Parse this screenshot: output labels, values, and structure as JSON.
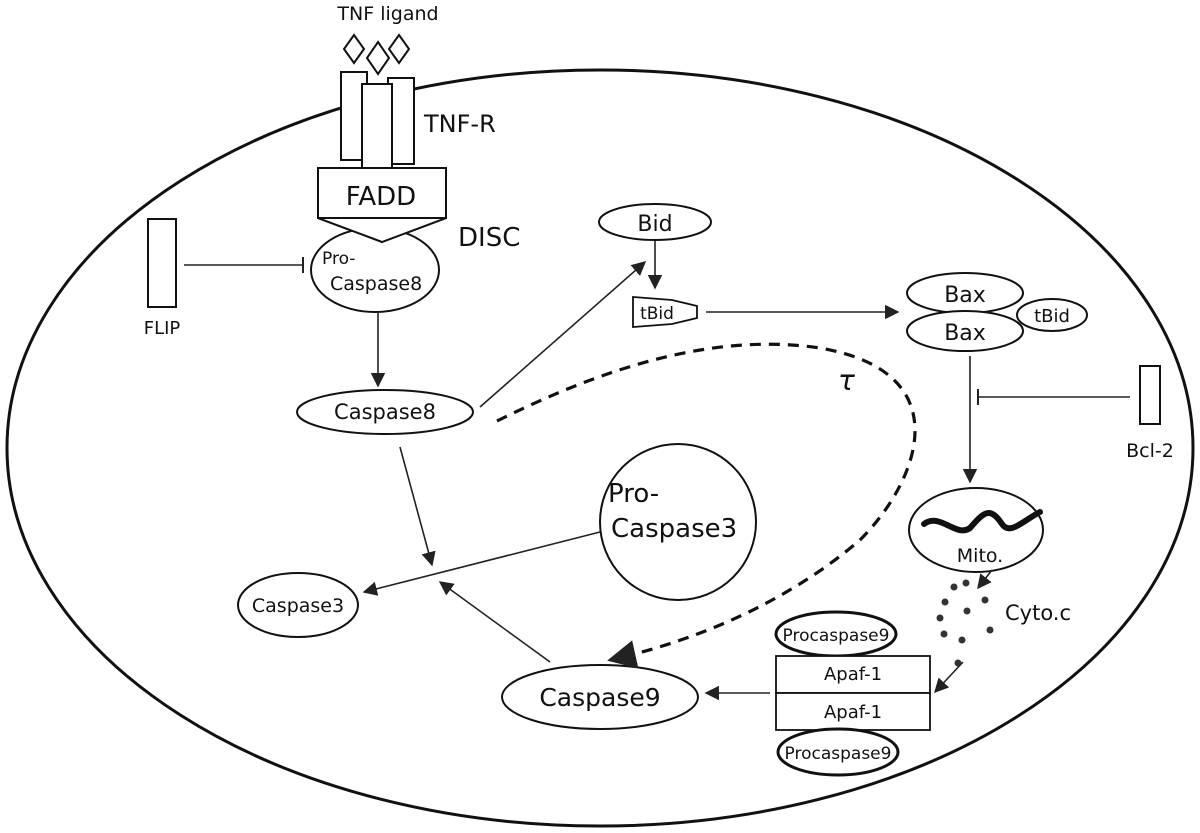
{
  "labels": {
    "tnf_ligand": "TNF ligand",
    "tnf_r": "TNF-R",
    "fadd": "FADD",
    "disc": "DISC",
    "pro_caspase8_line1": "Pro-",
    "pro_caspase8_line2": "Caspase8",
    "flip": "FLIP",
    "bid": "Bid",
    "tbid": "tBid",
    "bax_top": "Bax",
    "bax_bottom": "Bax",
    "tbid_bax": "tBid",
    "bcl2": "Bcl-2",
    "caspase8": "Caspase8",
    "tau": "τ",
    "pro_caspase3_line1": "Pro-",
    "pro_caspase3_line2": "Caspase3",
    "caspase3": "Caspase3",
    "mito": "Mito.",
    "cyto_c": "Cyto.c",
    "procaspase9_top": "Procaspase9",
    "apaf1_top": "Apaf-1",
    "apaf1_bottom": "Apaf-1",
    "procaspase9_bottom": "Procaspase9",
    "caspase9": "Caspase9"
  }
}
